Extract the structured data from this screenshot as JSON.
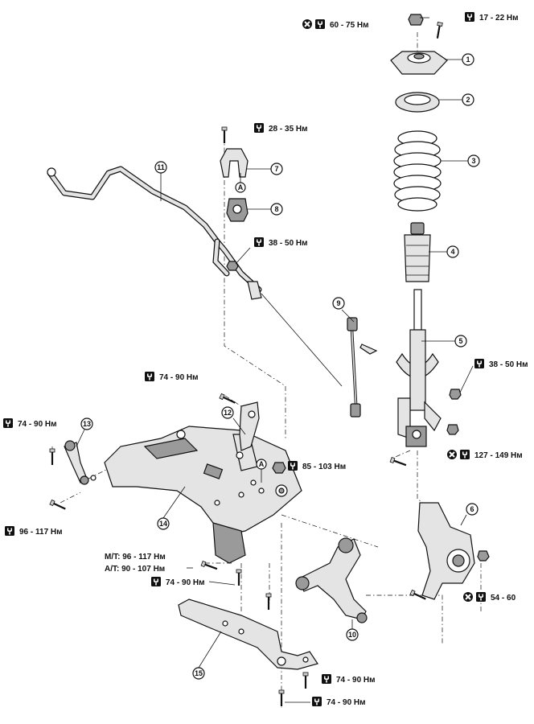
{
  "torque_specs": {
    "t1": "60 - 75 Нм",
    "t2": "17 - 22 Нм",
    "t3": "28 - 35 Нм",
    "t4": "38 - 50 Нм",
    "t5": "38 - 50 Нм",
    "t6": "74 - 90 Нм",
    "t7": "74 - 90 Нм",
    "t8": "85 - 103 Нм",
    "t9": "127 - 149 Нм",
    "t10": "96 - 117 Нм",
    "t11_mt": "M/T: 96 - 117 Нм",
    "t11_at": "A/T: 90 - 107 Нм",
    "t12": "74 - 90 Нм",
    "t13": "54 - 60",
    "t14": "74 - 90 Нм",
    "t15": "74 - 90 Нм"
  },
  "callouts": {
    "c1": "1",
    "c2": "2",
    "c3": "3",
    "c4": "4",
    "c5": "5",
    "c6": "6",
    "c7": "7",
    "c8": "8",
    "c9": "9",
    "c10": "10",
    "c11": "11",
    "c12": "12",
    "c13": "13",
    "c14": "14",
    "c15": "15"
  },
  "reference_marks": {
    "a1": "A",
    "a2": "A"
  },
  "icons": {
    "torque": "wrench-icon",
    "replace": "x-circle-icon"
  },
  "colors": {
    "ink": "#111111",
    "part_fill": "#e4e4e4",
    "part_shade": "#9a9a9a"
  }
}
